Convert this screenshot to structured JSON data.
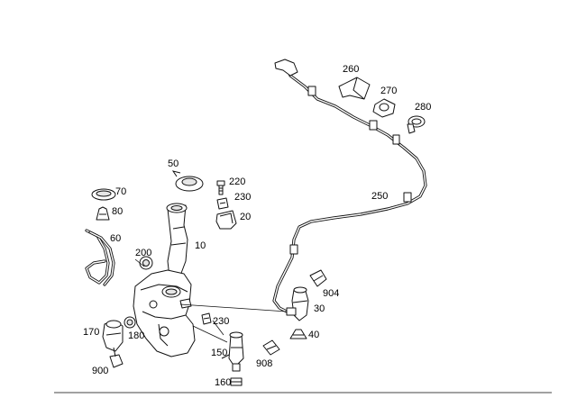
{
  "diagram": {
    "labels": {
      "p10": "10",
      "p20": "20",
      "p30": "30",
      "p40": "40",
      "p50": "50",
      "p60": "60",
      "p70": "70",
      "p80": "80",
      "p150": "150",
      "p160": "160",
      "p170": "170",
      "p180": "180",
      "p200": "200",
      "p220": "220",
      "p230a": "230",
      "p230b": "230",
      "p250": "250",
      "p260": "260",
      "p270": "270",
      "p280": "280",
      "p900": "900",
      "p904": "904",
      "p908": "908"
    }
  }
}
